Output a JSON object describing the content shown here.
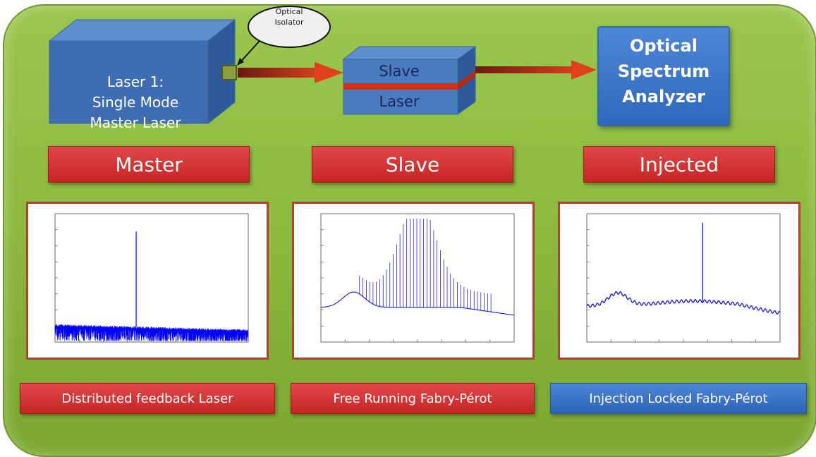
{
  "setup": {
    "master_laser_lines": [
      "Laser 1:",
      "Single Mode",
      "Master Laser"
    ],
    "isolator_lines": [
      "Optical",
      "Isolator"
    ],
    "slave_laser_top": "Slave",
    "slave_laser_bottom": "Laser",
    "analyzer_lines": [
      "Optical",
      "Spectrum",
      "Analyzer"
    ]
  },
  "headers": {
    "master": "Master",
    "slave": "Slave",
    "injected": "Injected"
  },
  "captions": {
    "master": "Distributed feedback Laser",
    "slave": "Free Running Fabry-Pérot",
    "injected": "Injection Locked Fabry-Pérot"
  },
  "colors": {
    "panel_green": "#8cbb3e",
    "header_red": "#d63232",
    "caption_blue": "#3a73c8",
    "trace_blue": "#0000ff",
    "beam_red": "#c0301c"
  },
  "chart_data": [
    {
      "type": "line",
      "description_series": "Master DFB spectrum: single narrow line over noise floor",
      "peak_position_fraction": 0.42,
      "peak_relative_level": 1.0,
      "noise_floor_relative_level": 0.12
    },
    {
      "type": "line",
      "description_series": "Free running Fabry-Pérot: multiple longitudinal modes under a gain envelope",
      "mode_count": 40,
      "envelope_peak_position_fraction": 0.5,
      "envelope_peak_relative_level": 0.95,
      "baseline_relative_level": 0.25
    },
    {
      "type": "line",
      "description_series": "Injection locked Fabry-Pérot: single dominant mode with suppressed side modes",
      "peak_position_fraction": 0.6,
      "peak_relative_level": 1.0,
      "side_bump_position_fraction": 0.16,
      "baseline_relative_level": 0.28
    }
  ]
}
